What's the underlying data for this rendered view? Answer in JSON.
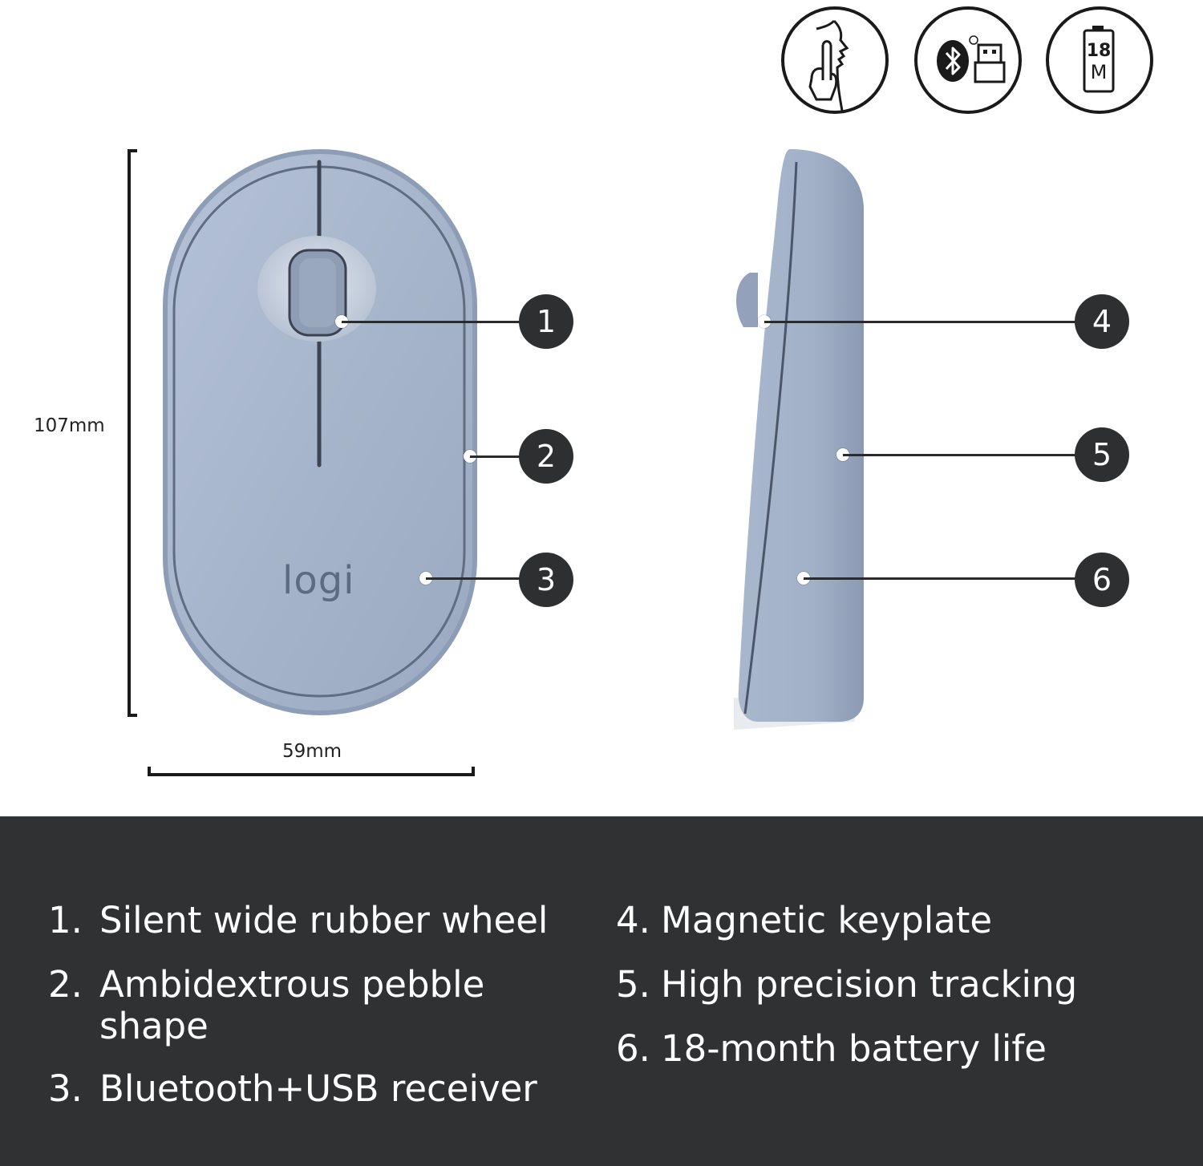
{
  "feature_icons": [
    {
      "name": "silent-click-icon"
    },
    {
      "name": "bluetooth-usb-icon"
    },
    {
      "name": "battery-18-months-icon",
      "label_top": "18",
      "label_bottom": "M"
    }
  ],
  "dimensions": {
    "height": "107mm",
    "width": "59mm"
  },
  "product": {
    "logo_text": "logi",
    "body_color": "#a8b6cc",
    "edge_color": "#8a99b2"
  },
  "callouts": [
    {
      "number": "1"
    },
    {
      "number": "2"
    },
    {
      "number": "3"
    },
    {
      "number": "4"
    },
    {
      "number": "5"
    },
    {
      "number": "6"
    }
  ],
  "features": [
    {
      "number": "1.",
      "text": "Silent wide rubber wheel"
    },
    {
      "number": "2.",
      "text": "Ambidextrous pebble shape"
    },
    {
      "number": "3.",
      "text": "Bluetooth+USB receiver"
    },
    {
      "number": "4.",
      "text": "Magnetic keyplate"
    },
    {
      "number": "5.",
      "text": "High precision tracking"
    },
    {
      "number": "6.",
      "text": "18-month battery life"
    }
  ]
}
